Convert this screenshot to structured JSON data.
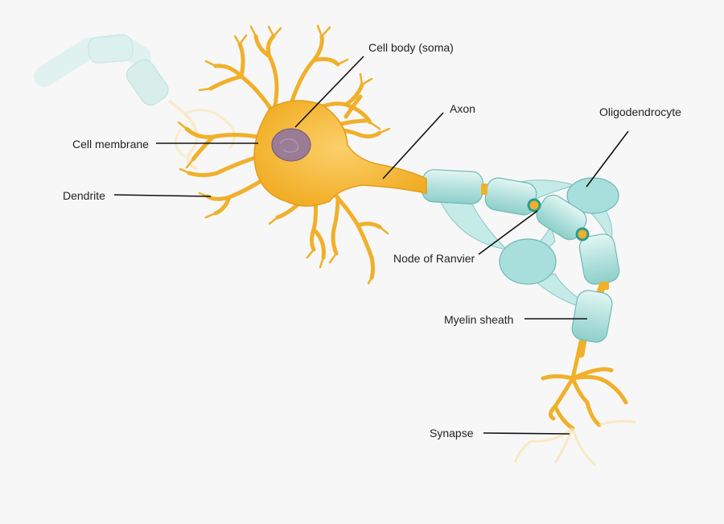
{
  "labels": {
    "cell_body": "Cell body (soma)",
    "axon": "Axon",
    "oligodendrocyte": "Oligodendrocyte",
    "cell_membrane": "Cell membrane",
    "dendrite": "Dendrite",
    "node_of_ranvier": "Node of Ranvier",
    "myelin_sheath": "Myelin sheath",
    "synapse": "Synapse"
  },
  "colors": {
    "background": "#f7f7f7",
    "neuron": "#f5b82e",
    "neuron_outline": "#d9961a",
    "nucleus": "#9c7f98",
    "myelin": "#b7e3e0",
    "myelin_outline": "#7fc2bd",
    "leader_line": "#111111"
  }
}
